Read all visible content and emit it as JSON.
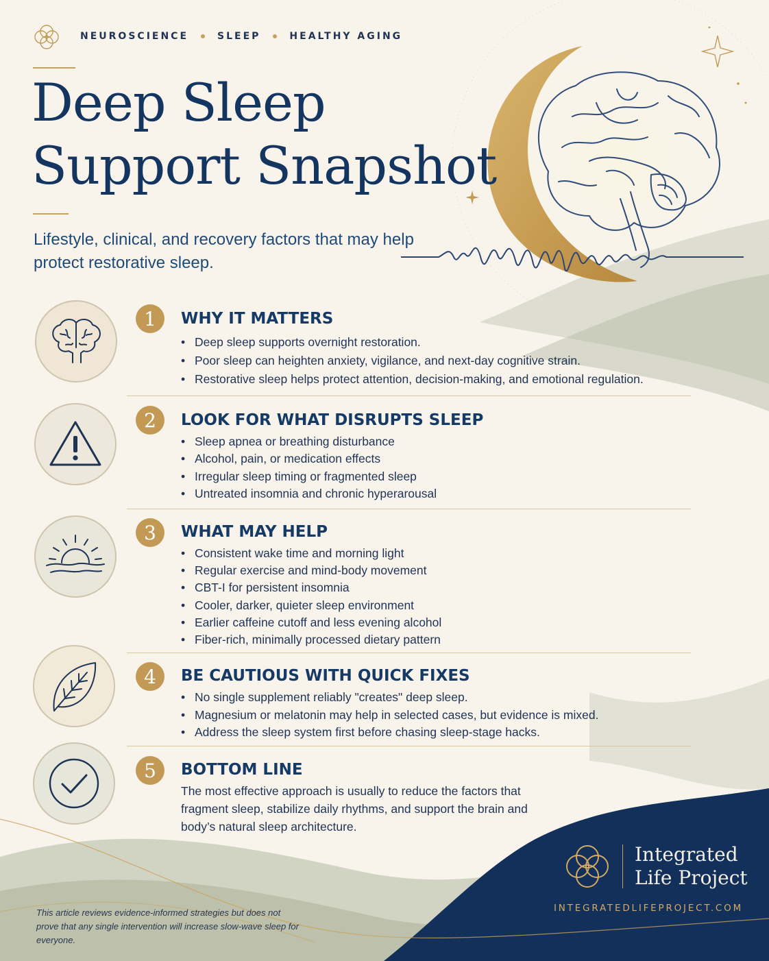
{
  "header": {
    "tags": [
      "NEUROSCIENCE",
      "SLEEP",
      "HEALTHY AGING"
    ],
    "title_line1": "Deep Sleep",
    "title_line2": "Support Snapshot",
    "subtitle": "Lifestyle, clinical, and recovery factors that may help protect restorative sleep."
  },
  "sections": [
    {
      "number": "1",
      "icon": "brain-icon",
      "title": "WHY IT MATTERS",
      "items": [
        "Deep sleep supports overnight restoration.",
        "Poor sleep can heighten anxiety, vigilance, and next-day cognitive strain.",
        "Restorative sleep helps protect attention, decision-making, and emotional regulation."
      ]
    },
    {
      "number": "2",
      "icon": "warning-icon",
      "title": "LOOK FOR WHAT DISRUPTS SLEEP",
      "items": [
        "Sleep apnea or breathing disturbance",
        "Alcohol, pain, or medication effects",
        "Irregular sleep timing or fragmented sleep",
        "Untreated insomnia and chronic hyperarousal"
      ]
    },
    {
      "number": "3",
      "icon": "sunrise-icon",
      "title": "WHAT MAY HELP",
      "items": [
        "Consistent wake time and morning light",
        "Regular exercise and mind-body movement",
        "CBT-I for persistent insomnia",
        "Cooler, darker, quieter sleep environment",
        "Earlier caffeine cutoff and less evening alcohol",
        "Fiber-rich, minimally processed dietary pattern"
      ]
    },
    {
      "number": "4",
      "icon": "leaf-icon",
      "title": "BE CAUTIOUS WITH QUICK FIXES",
      "items": [
        "No single supplement reliably \"creates\" deep sleep.",
        "Magnesium or melatonin may help in selected cases, but evidence is mixed.",
        "Address the sleep system first before chasing sleep-stage hacks."
      ]
    },
    {
      "number": "5",
      "icon": "checkmark-icon",
      "title": "BOTTOM LINE",
      "text": "The most effective approach is usually to reduce the factors that fragment sleep, stabilize daily rhythms, and support the brain and body’s natural sleep architecture."
    }
  ],
  "footer": {
    "disclaimer": "This article reviews evidence-informed strategies but does not prove that any single intervention will increase slow-wave sleep for everyone.",
    "brand_line1": "Integrated",
    "brand_line2": "Life Project",
    "url": "INTEGRATEDLIFEPROJECT.COM"
  },
  "colors": {
    "navy": "#143560",
    "gold": "#c29a55",
    "sage": "#b9bfac",
    "cream": "#f8f4ec"
  }
}
